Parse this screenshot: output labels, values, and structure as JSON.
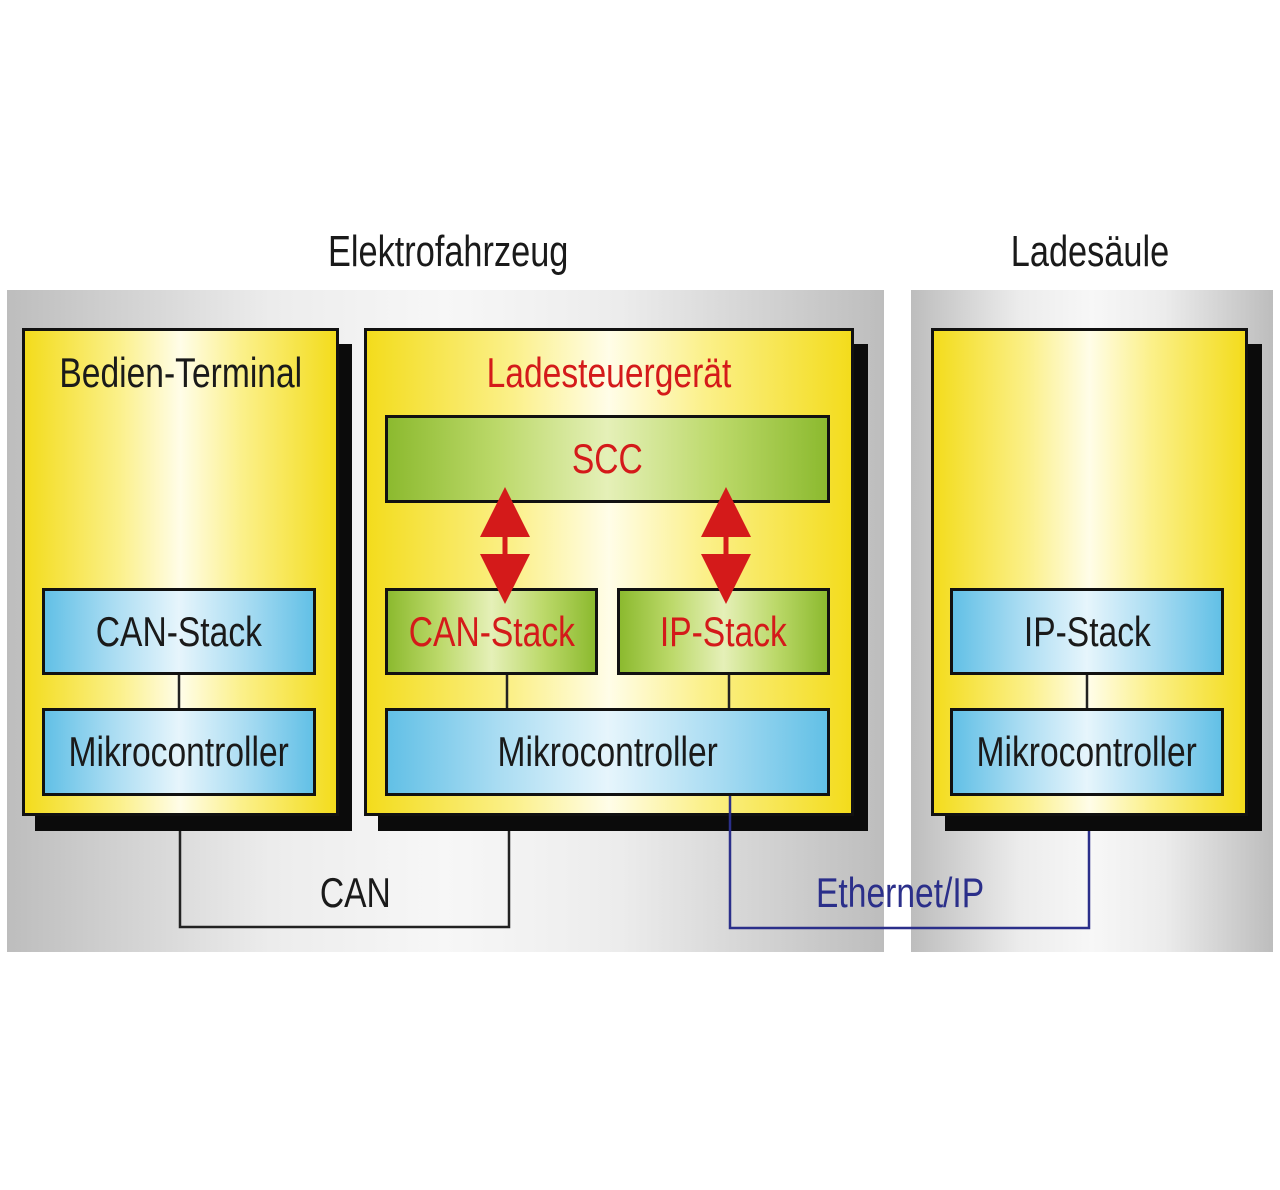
{
  "vehicle": {
    "title": "Elektrofahrzeug",
    "terminal": {
      "title": "Bedien-Terminal",
      "can_stack": "CAN-Stack",
      "mikrocontroller": "Mikrocontroller"
    },
    "charger": {
      "title": "Ladesteuergerät",
      "scc": "SCC",
      "can_stack": "CAN-Stack",
      "ip_stack": "IP-Stack",
      "mikrocontroller": "Mikrocontroller"
    }
  },
  "station": {
    "title": "Ladesäule",
    "ip_stack": "IP-Stack",
    "mikrocontroller": "Mikrocontroller"
  },
  "links": {
    "can": "CAN",
    "ethernet": "Ethernet/IP"
  },
  "colors": {
    "accent_red": "#d41a1a",
    "ethernet_line": "#2b2f8a"
  }
}
